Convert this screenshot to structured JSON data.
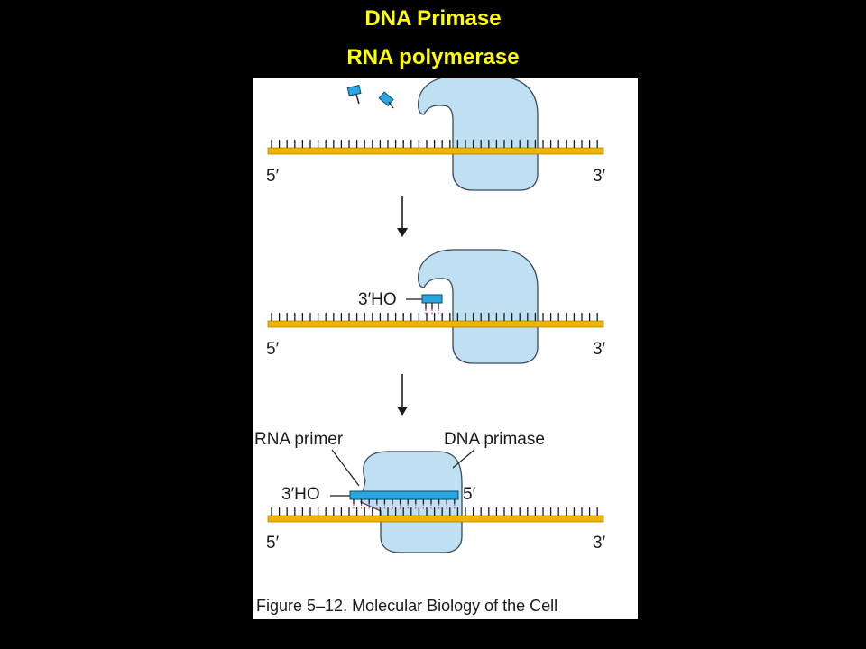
{
  "slide": {
    "title_line1": "DNA Primase",
    "title_line2": "RNA polymerase"
  },
  "figure": {
    "caption": "Figure 5–12. Molecular Biology of the Cell",
    "panels": [
      {
        "end_left": "5′",
        "end_right": "3′"
      },
      {
        "end_left": "5′",
        "end_right": "3′",
        "primer_end": "3′HO"
      },
      {
        "end_left": "5′",
        "end_right": "3′",
        "primer_end": "3′HO",
        "primer_5": "5′",
        "label_primer": "RNA primer",
        "label_enzyme": "DNA primase"
      }
    ]
  },
  "colors": {
    "title": "#ffff00",
    "dna_strand": "#f0b400",
    "enzyme_fill": "#bfe0f3",
    "nucleotide": "#2aa7e0",
    "base_pair_link": "#e43a8a"
  }
}
